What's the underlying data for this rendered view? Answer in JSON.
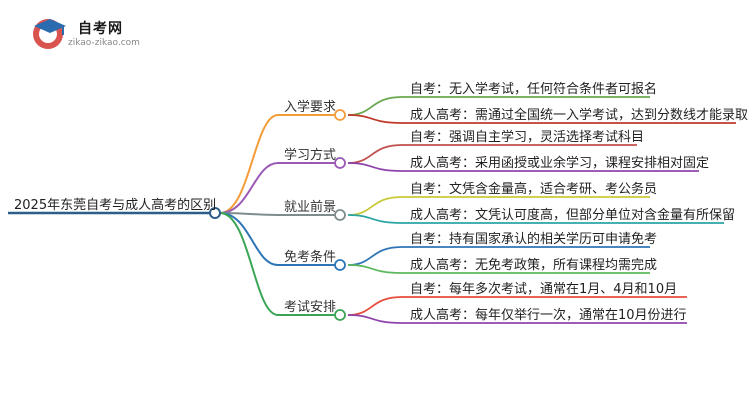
{
  "logo": {
    "name": "自考网",
    "url": "zikao-zikao.com"
  },
  "mindmap": {
    "root": "2025年东莞自考与成人高考的区别",
    "branches": [
      {
        "label": "入学要求",
        "color": "#f39c3a",
        "leaves": [
          {
            "text": "自考：无入学考试，任何符合条件者可报名",
            "color": "#6aa84f"
          },
          {
            "text": "成人高考：需通过全国统一入学考试，达到分数线才能录取",
            "color": "#c0392b"
          }
        ]
      },
      {
        "label": "学习方式",
        "color": "#9b59b6",
        "leaves": [
          {
            "text": "自考：强调自主学习，灵活选择考试科目",
            "color": "#c0504d"
          },
          {
            "text": "成人高考：采用函授或业余学习，课程安排相对固定",
            "color": "#8e44ad"
          }
        ]
      },
      {
        "label": "就业前景",
        "color": "#7f8c8d",
        "leaves": [
          {
            "text": "自考：文凭含金量高，适合考研、考公务员",
            "color": "#c9c93a"
          },
          {
            "text": "成人高考：文凭认可度高，但部分单位对含金量有所保留",
            "color": "#2aa5a5"
          }
        ]
      },
      {
        "label": "免考条件",
        "color": "#2e75b6",
        "leaves": [
          {
            "text": "自考：持有国家承认的相关学历可申请免考",
            "color": "#2e75b6"
          },
          {
            "text": "成人高考：无免考政策，所有课程均需完成",
            "color": "#5cb85c"
          }
        ]
      },
      {
        "label": "考试安排",
        "color": "#3aa655",
        "leaves": [
          {
            "text": "自考：每年多次考试，通常在1月、4月和10月",
            "color": "#e74c3c"
          },
          {
            "text": "成人高考：每年仅举行一次，通常在10月份进行",
            "color": "#8e44ad"
          }
        ]
      }
    ]
  }
}
